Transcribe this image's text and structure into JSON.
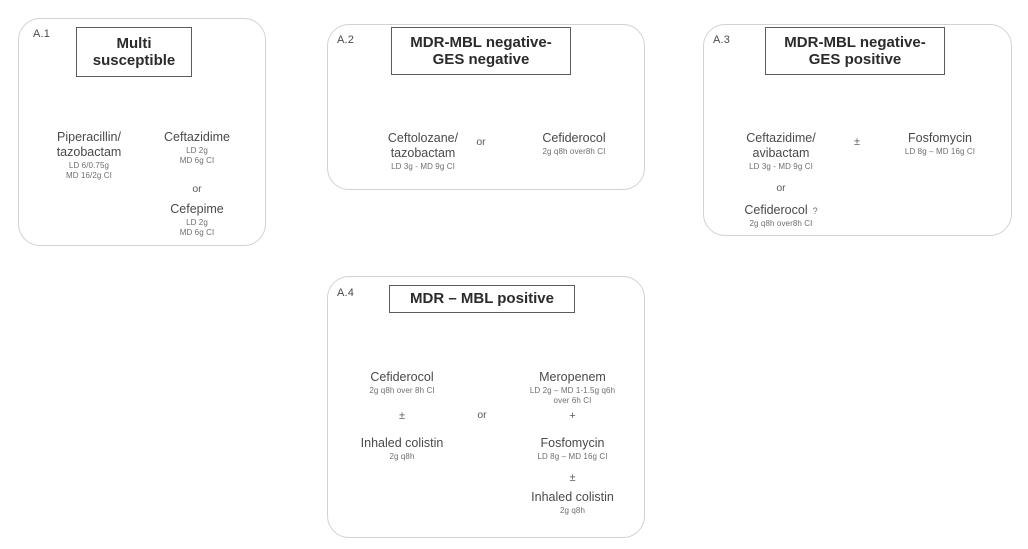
{
  "figure": {
    "type": "clinical-decision-tree",
    "panel_count": 4
  },
  "panels": [
    {
      "id": "A.1",
      "label": "A.1",
      "title": "Multi\nsusceptible",
      "title_line1": "Multi",
      "title_line2": "susceptible",
      "branches": [
        {
          "side": "left",
          "drug_line1": "Piperacillin/",
          "drug_line2": "tazobactam",
          "dose_line1": "LD 6/0.75g",
          "dose_line2": "MD 16/2g CI"
        },
        {
          "side": "right",
          "drug_line1": "Ceftazidime",
          "dose_line1": "LD 2g",
          "dose_line2": "MD 6g CI",
          "connector": "or",
          "alt_drug": "Cefepime",
          "alt_dose_line1": "LD 2g",
          "alt_dose_line2": "MD 6g CI"
        }
      ]
    },
    {
      "id": "A.2",
      "label": "A.2",
      "title_line1": "MDR-MBL negative-",
      "title_line2": "GES negative",
      "middle_connector": "or",
      "branches": [
        {
          "side": "left",
          "drug_line1": "Ceftolozane/",
          "drug_line2": "tazobactam",
          "dose_line1": "LD 3g  - MD 9g CI"
        },
        {
          "side": "right",
          "drug_line1": "Cefiderocol",
          "dose_line1": "2g q8h over8h CI"
        }
      ]
    },
    {
      "id": "A.3",
      "label": "A.3",
      "title_line1": "MDR-MBL negative-",
      "title_line2": "GES positive",
      "middle_connector": "±",
      "branches": [
        {
          "side": "left",
          "drug_line1": "Ceftazidime/",
          "drug_line2": "avibactam",
          "dose_line1": "LD 3g  - MD 9g CI",
          "connector": "or",
          "alt_drug": "Cefiderocol",
          "alt_marker": "?",
          "alt_dose_line1": "2g q8h over8h CI"
        },
        {
          "side": "right",
          "drug_line1": "Fosfomycin",
          "dose_line1": "LD 8g – MD 16g CI"
        }
      ]
    },
    {
      "id": "A.4",
      "label": "A.4",
      "title_line1": "MDR – MBL positive",
      "middle_connector": "or",
      "branches": [
        {
          "side": "left",
          "drug_line1": "Cefiderocol",
          "dose_line1": "2g q8h over 8h CI",
          "combiner": "±",
          "second_drug": "Inhaled colistin",
          "second_dose": "2g q8h"
        },
        {
          "side": "right",
          "drug_line1": "Meropenem",
          "dose_line1": "LD 2g – MD 1-1.5g q6h",
          "dose_line2": "over 6h CI",
          "combiner": "+",
          "second_drug": "Fosfomycin",
          "second_dose": "LD 8g – MD 16g CI",
          "combiner2": "±",
          "third_drug": "Inhaled colistin",
          "third_dose": "2g q8h"
        }
      ]
    }
  ],
  "colors": {
    "panel_border": "#d2d2d2",
    "title_border": "#5c5c5c",
    "title_text": "#2b2b2b",
    "body_text": "#4a4a4a",
    "dose_text": "#6e6e6e",
    "connector_line": "#2f2f2f",
    "background": "#ffffff"
  }
}
